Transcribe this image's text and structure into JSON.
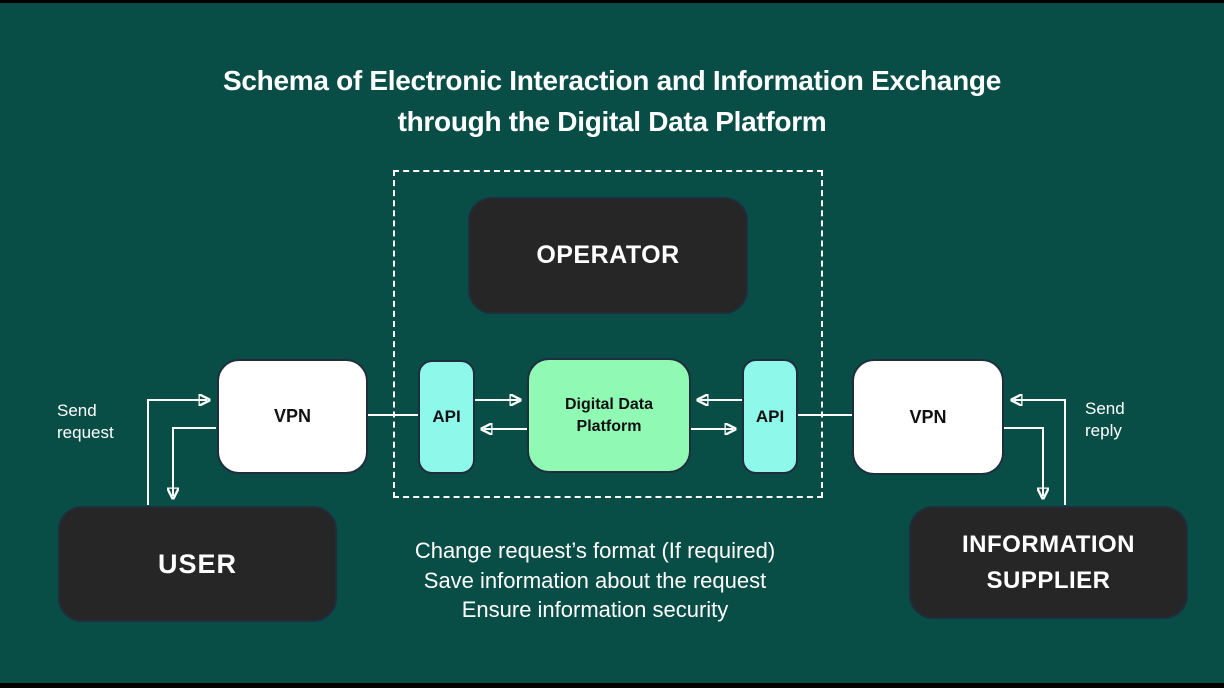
{
  "title": {
    "lines": [
      "Schema of Electronic Interaction and Information Exchange",
      "through the Digital Data Platform"
    ]
  },
  "diagram": {
    "operator": {
      "label": "OPERATOR"
    },
    "vpn_left": {
      "label": "VPN"
    },
    "api_left": {
      "label": "API"
    },
    "platform": {
      "label": "Digital Data Platform"
    },
    "api_right": {
      "label": "API"
    },
    "vpn_right": {
      "label": "VPN"
    },
    "user": {
      "label": "USER"
    },
    "supplier": {
      "label": "INFORMATION SUPPLIER"
    },
    "send_request_label": "Send request",
    "send_reply_label": "Send reply"
  },
  "notes": {
    "lines": [
      "Change request’s format (If required)",
      "Save information about the request",
      "Ensure information security"
    ]
  },
  "colors": {
    "background": "#084e46",
    "dark_box": "#262626",
    "box_border": "#1f2d3d",
    "api_box": "#8ef8ea",
    "platform_box": "#90fab5",
    "text_light": "#ffffff",
    "text_dark": "#111111",
    "connector": "#ffffff"
  }
}
